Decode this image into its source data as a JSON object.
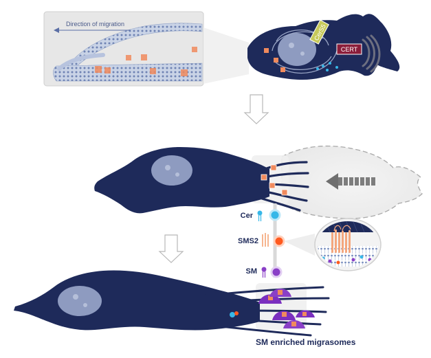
{
  "inset": {
    "direction_label": "Direction of migration"
  },
  "labels": {
    "cers5": "CerS5",
    "cert": "CERT",
    "cer": "Cer",
    "sms2": "SMS2",
    "sm": "SM",
    "caption": "SM enriched migrasomes"
  },
  "colors": {
    "cell": "#1e2a5a",
    "nucleus": "#8e9bc0",
    "migrasome_orange": "#f08a5d",
    "cer_cyan": "#36b7e8",
    "sms2_orange": "#ff5a1f",
    "sm_purple": "#8a3fc7",
    "ghost_cell": "#f1f1f1",
    "cers5_box": "#c7c95a",
    "cert_box": "#8a1d3a"
  },
  "icons": {
    "step_arrow": "hollow-down-arrow-icon",
    "migration_arrow": "left-arrow-icon"
  }
}
